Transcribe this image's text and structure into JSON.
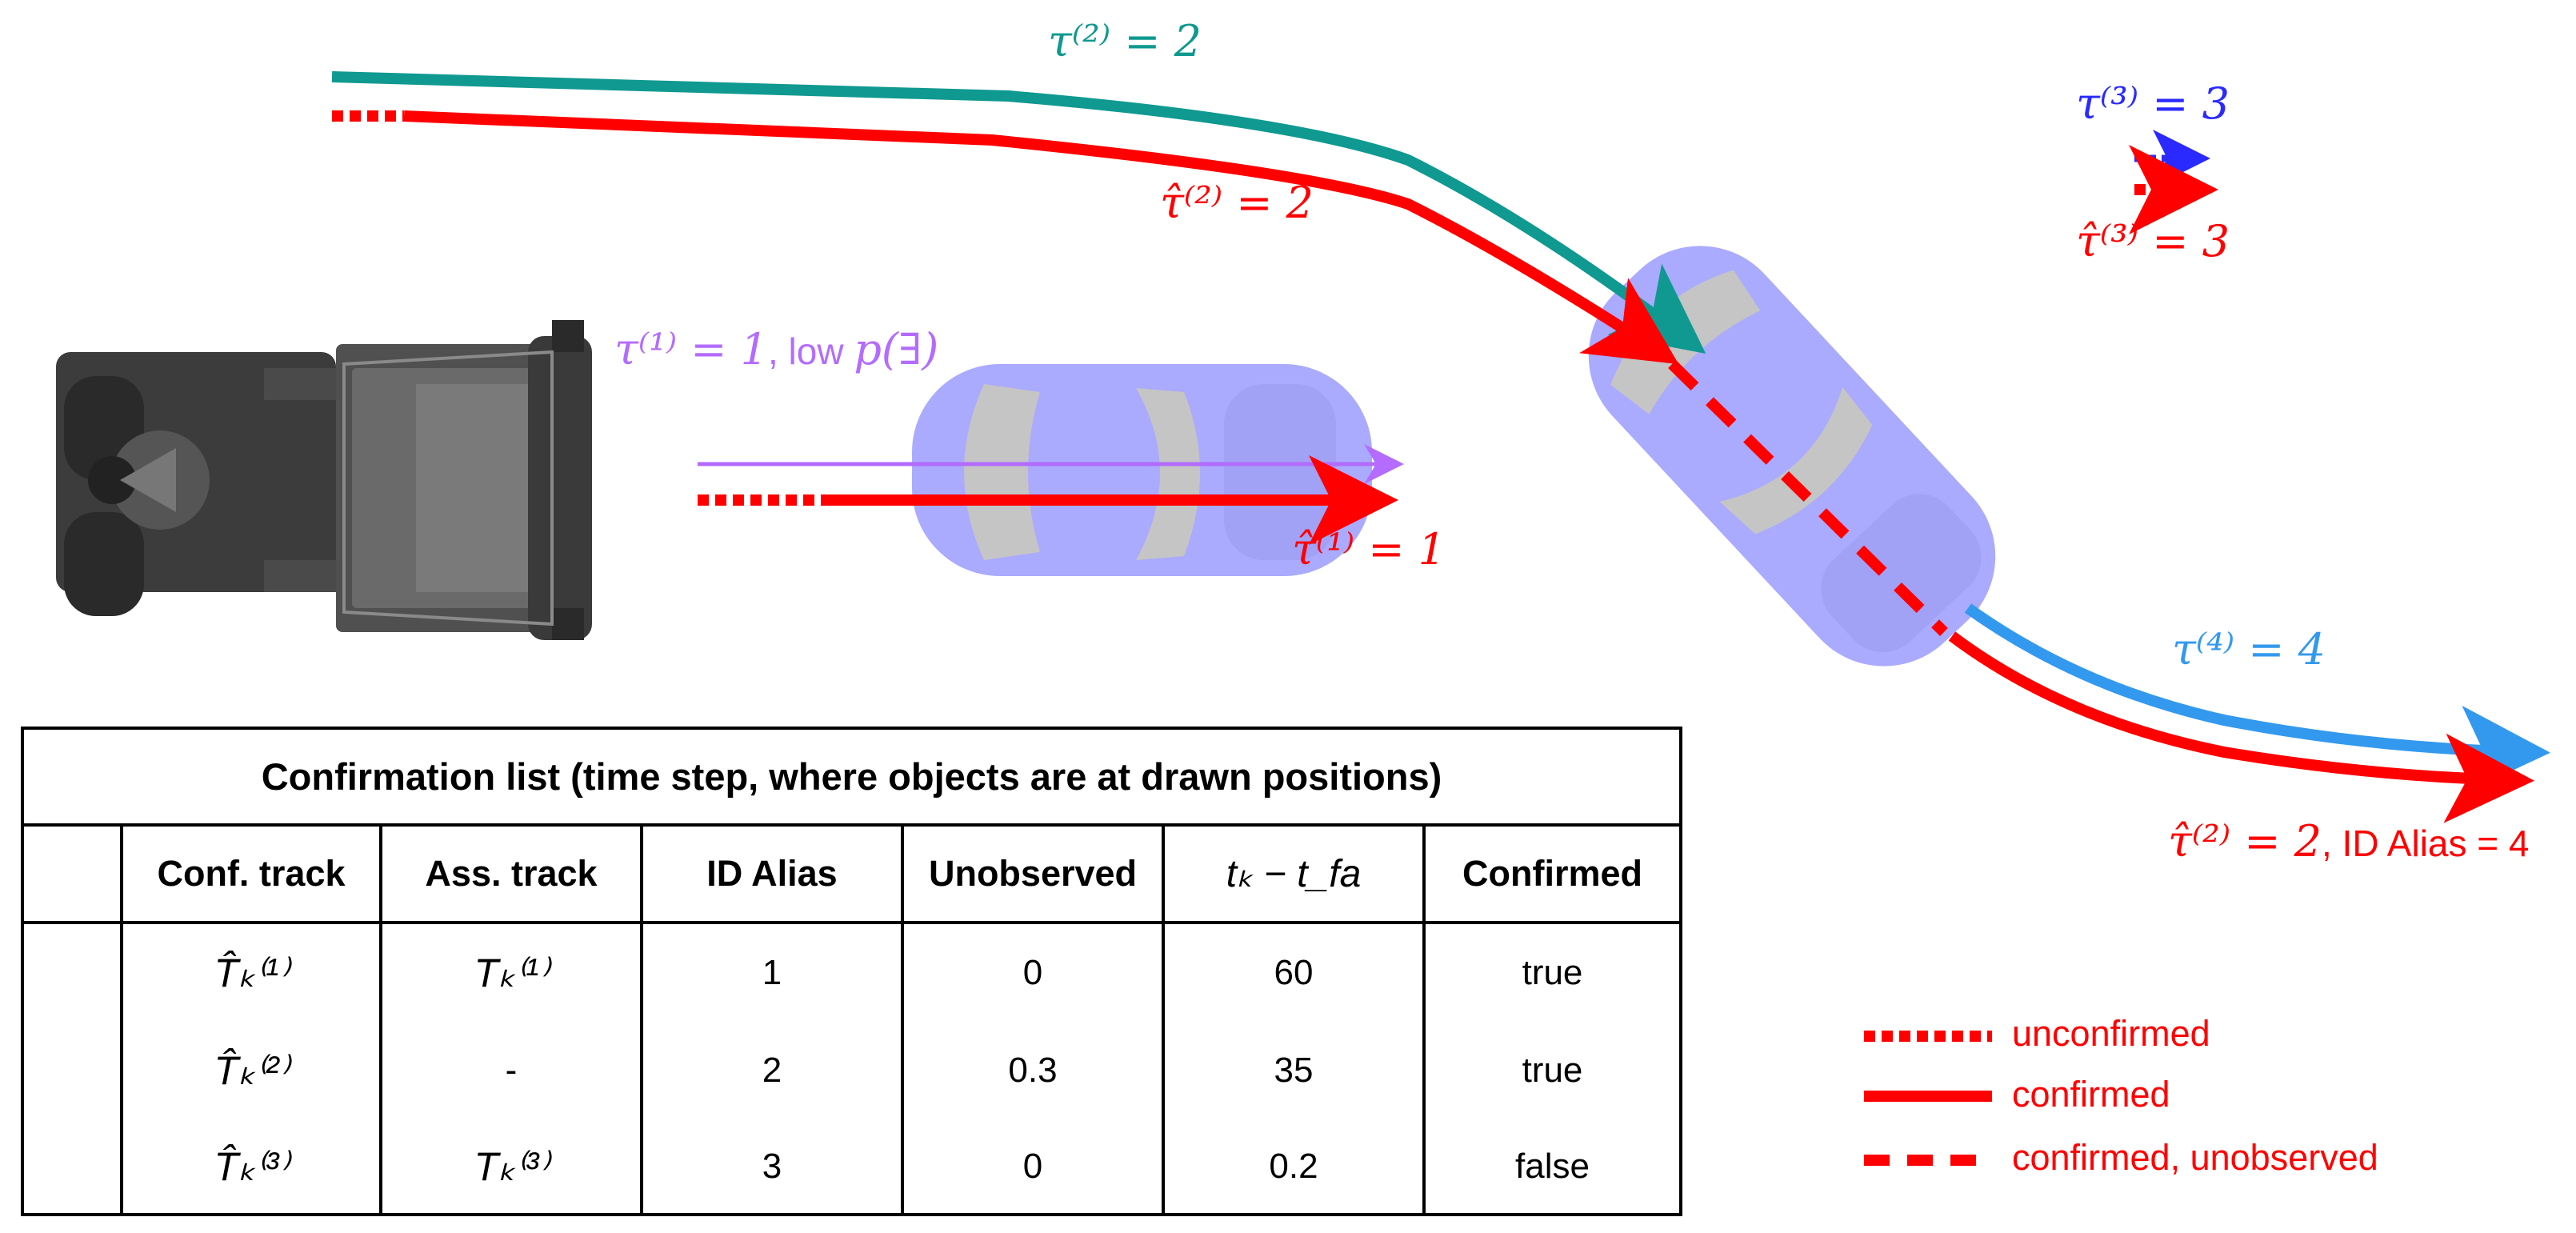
{
  "colors": {
    "red": "#ff0000",
    "teal": "#0f9990",
    "blue_dotted": "#2a2aff",
    "violet": "#b36cff",
    "sky": "#3399ee",
    "car_fill": "#a6a6ff"
  },
  "labels": {
    "tau2": "τ⁽²⁾ = 2",
    "tauhat2": "τ̂⁽²⁾ = 2",
    "tau3": "τ⁽³⁾ = 3",
    "tauhat3": "τ̂⁽³⁾ = 3",
    "tau1_math": "τ⁽¹⁾ = 1",
    "tau1_text": ", low ",
    "tau1_p": "p(∃)",
    "tauhat1": "τ̂⁽¹⁾ = 1",
    "tau4": "τ⁽⁴⁾ = 4",
    "tauhat2b_math": "τ̂⁽²⁾ = 2",
    "tauhat2b_text": ", ID Alias = 4"
  },
  "icons": {
    "ego_vehicle": "truck-top-view-icon",
    "car1": "car-top-view-icon",
    "car2": "car-top-view-icon"
  },
  "table": {
    "title": "Confirmation list (time step, where objects are at drawn positions)",
    "headers": [
      "",
      "Conf. track",
      "Ass. track",
      "ID Alias",
      "Unobserved",
      "t_k − t_fa",
      "Confirmed"
    ],
    "header_time_math": "tₖ − t_fa",
    "rows": [
      {
        "conf_track": "T̂ₖ⁽¹⁾",
        "ass_track": "Tₖ⁽¹⁾",
        "id_alias": "1",
        "unobserved": "0",
        "dt": "60",
        "confirmed": "true"
      },
      {
        "conf_track": "T̂ₖ⁽²⁾",
        "ass_track": "-",
        "id_alias": "2",
        "unobserved": "0.3",
        "dt": "35",
        "confirmed": "true"
      },
      {
        "conf_track": "T̂ₖ⁽³⁾",
        "ass_track": "Tₖ⁽³⁾",
        "id_alias": "3",
        "unobserved": "0",
        "dt": "0.2",
        "confirmed": "false"
      }
    ]
  },
  "legend": [
    {
      "style": "dotted",
      "label": "unconfirmed"
    },
    {
      "style": "solid",
      "label": "confirmed"
    },
    {
      "style": "dashed",
      "label": "confirmed, unobserved"
    }
  ]
}
